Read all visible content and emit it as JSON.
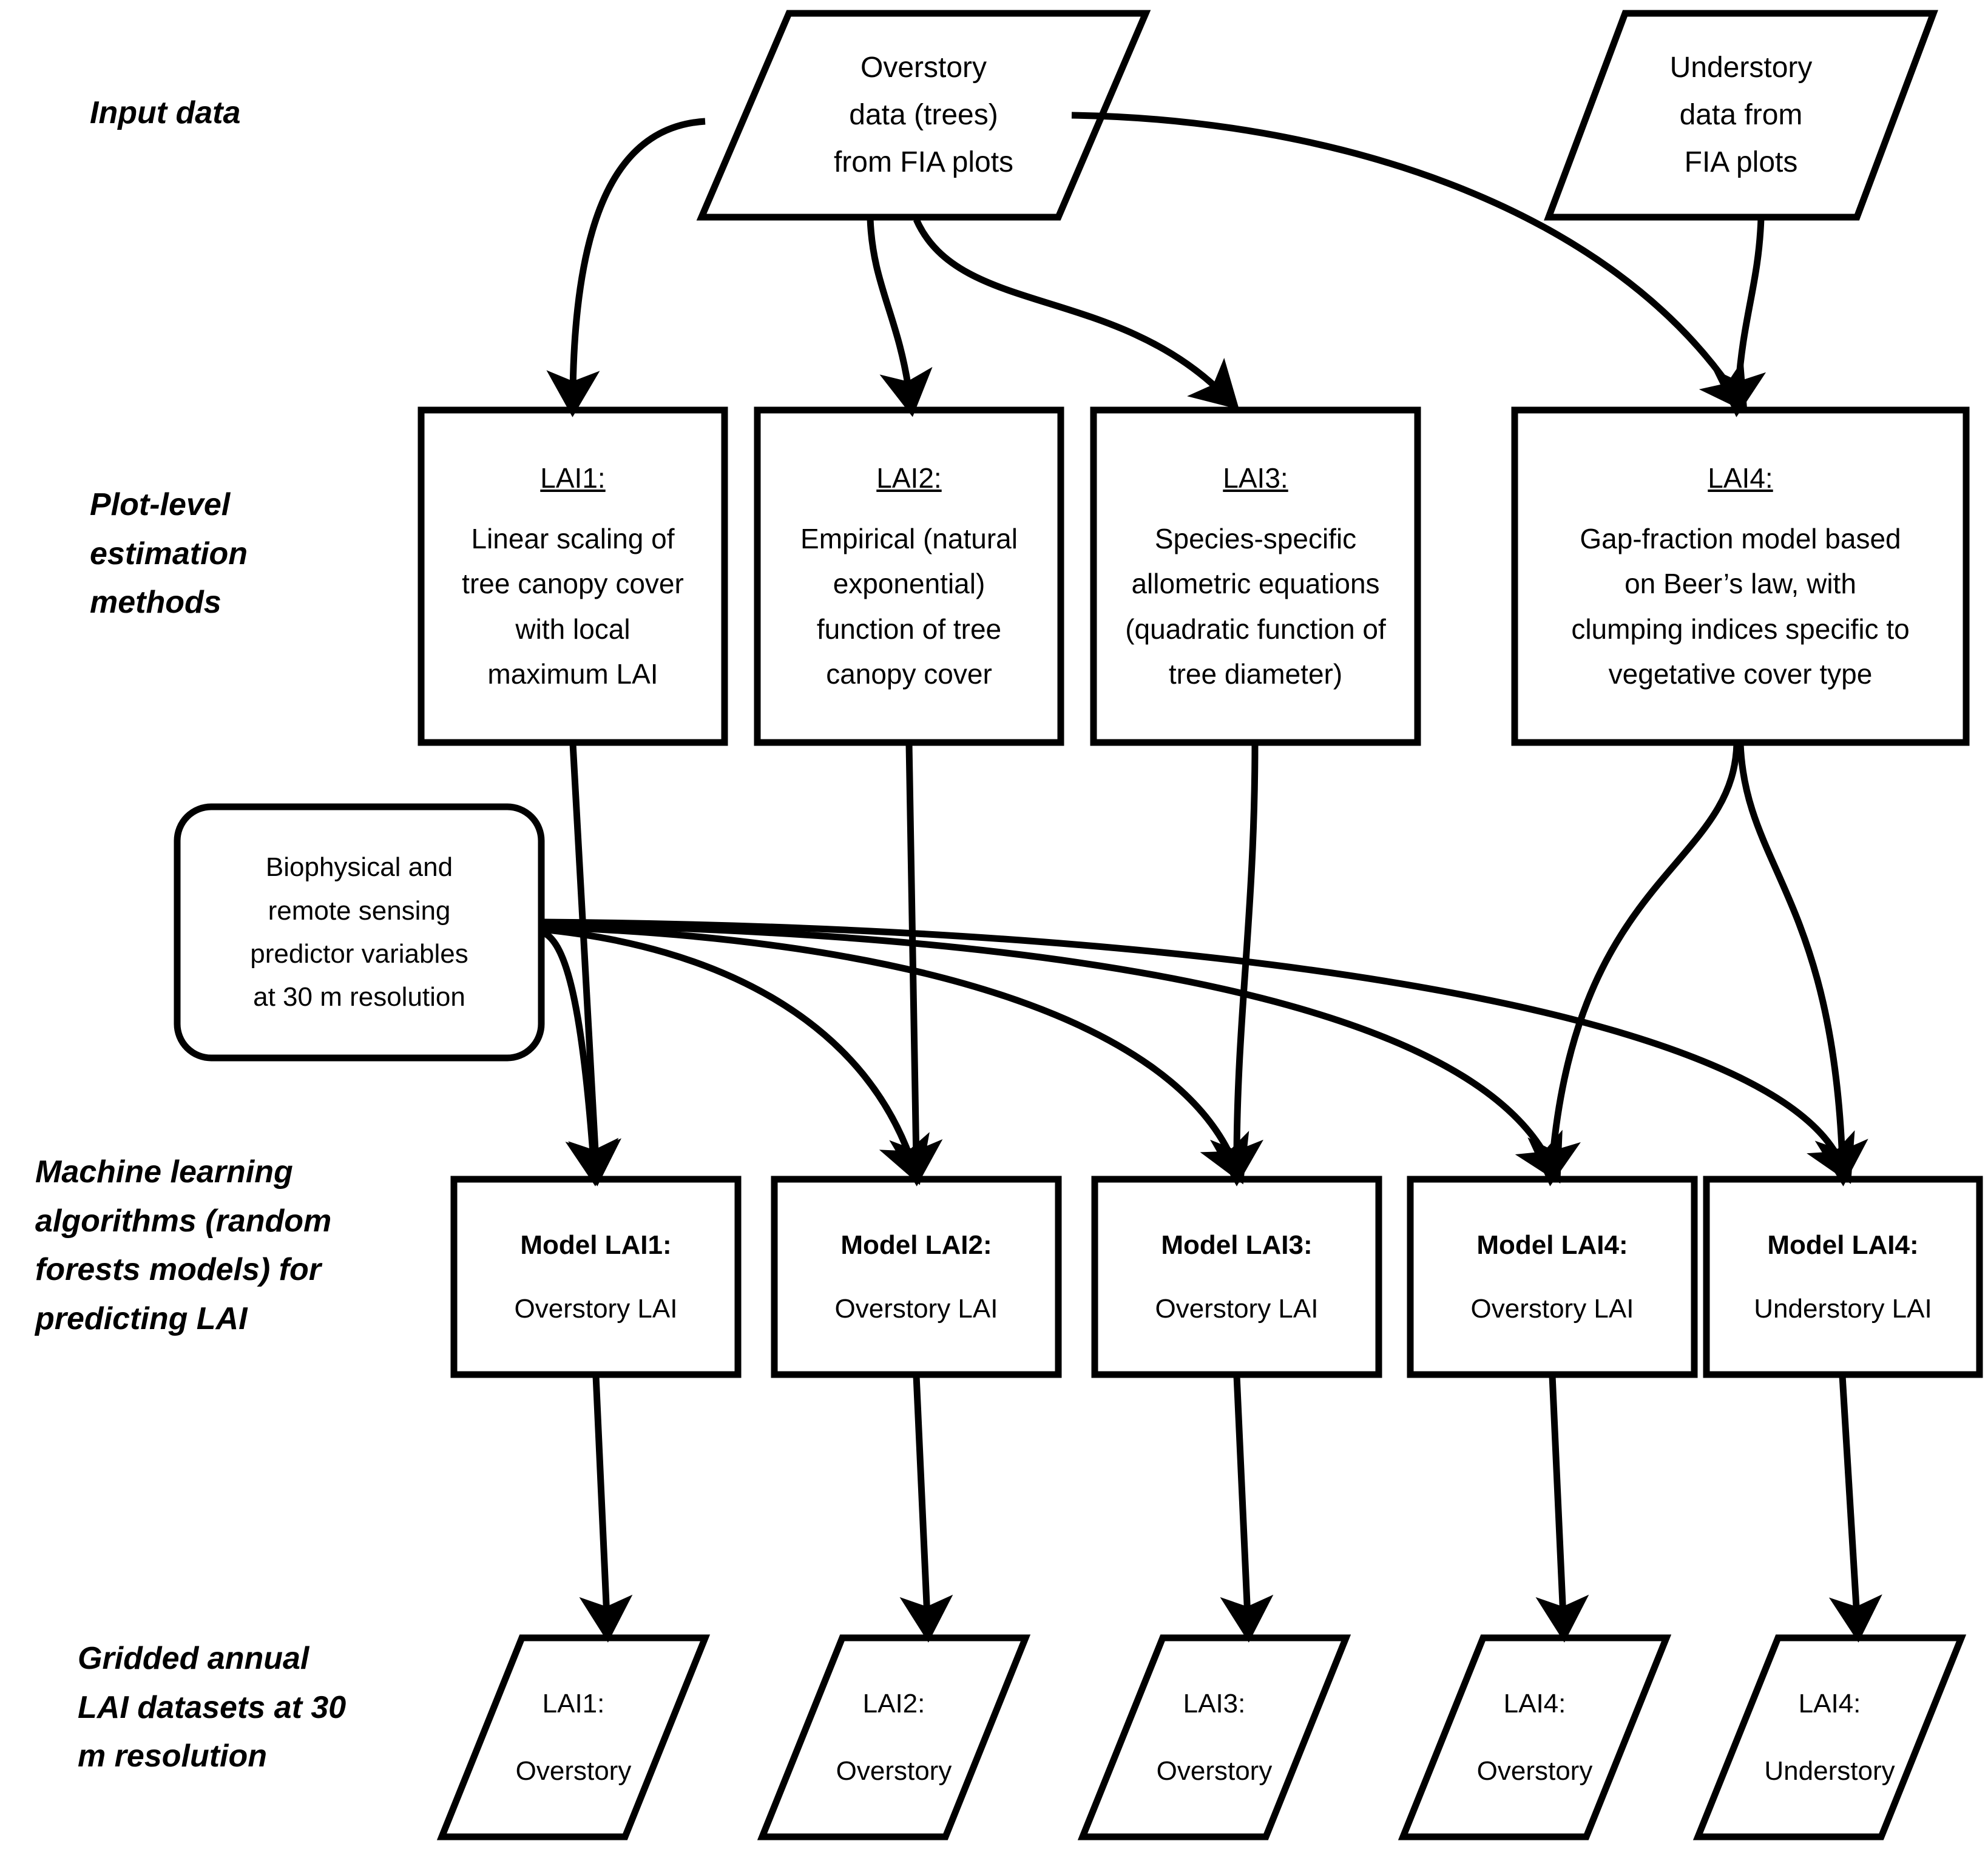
{
  "figure": {
    "type": "flowchart",
    "title": "LAI estimation and mapping workflow"
  },
  "row_labels": [
    {
      "id": "input-data",
      "text": "Input data"
    },
    {
      "id": "plot-level",
      "lines": [
        "Plot-level",
        "estimation",
        "methods"
      ]
    },
    {
      "id": "machine-learning",
      "lines": [
        "Machine    learning",
        "algorithms  (random",
        "forests  models)  for",
        "predicting LAI"
      ]
    },
    {
      "id": "gridded-outputs",
      "lines": [
        "Gridded annual",
        "LAI datasets at 30",
        "m resolution"
      ]
    }
  ],
  "input_nodes": [
    {
      "id": "overstory-input",
      "lines": [
        "Overstory",
        "data (trees)",
        "from FIA plots"
      ]
    },
    {
      "id": "understory-input",
      "lines": [
        "Understory",
        "data from",
        "FIA plots"
      ]
    }
  ],
  "method_nodes": [
    {
      "id": "lai1-method",
      "title": "LAI1:",
      "lines": [
        "Linear scaling of",
        "tree canopy cover",
        "with local",
        "maximum LAI"
      ]
    },
    {
      "id": "lai2-method",
      "title": "LAI2:",
      "lines": [
        "Empirical (natural",
        "exponential)",
        "function of tree",
        "canopy cover"
      ]
    },
    {
      "id": "lai3-method",
      "title": "LAI3:",
      "lines": [
        "Species-specific",
        "allometric equations",
        "(quadratic function of",
        "tree diameter)"
      ]
    },
    {
      "id": "lai4-method",
      "title": "LAI4:",
      "lines": [
        "Gap-fraction model based",
        "on Beer’s law, with",
        "clumping indices specific to",
        "vegetative cover type"
      ]
    }
  ],
  "predictor_node": {
    "id": "predictor-variables",
    "lines": [
      "Biophysical and",
      "remote sensing",
      "predictor variables",
      "at 30 m resolution"
    ]
  },
  "model_nodes": [
    {
      "id": "model-lai1",
      "title": "Model LAI1:",
      "subtitle": "Overstory LAI"
    },
    {
      "id": "model-lai2",
      "title": "Model LAI2:",
      "subtitle": "Overstory LAI"
    },
    {
      "id": "model-lai3",
      "title": "Model LAI3:",
      "subtitle": "Overstory LAI"
    },
    {
      "id": "model-lai4-over",
      "title": "Model LAI4:",
      "subtitle": "Overstory LAI"
    },
    {
      "id": "model-lai4-under",
      "title": "Model LAI4:",
      "subtitle": "Understory LAI"
    }
  ],
  "output_nodes": [
    {
      "id": "output-lai1",
      "title": "LAI1:",
      "subtitle": "Overstory"
    },
    {
      "id": "output-lai2",
      "title": "LAI2:",
      "subtitle": "Overstory"
    },
    {
      "id": "output-lai3",
      "title": "LAI3:",
      "subtitle": "Overstory"
    },
    {
      "id": "output-lai4-over",
      "title": "LAI4:",
      "subtitle": "Overstory"
    },
    {
      "id": "output-lai4-under",
      "title": "LAI4:",
      "subtitle": "Understory"
    }
  ],
  "colors": {
    "stroke": "#000000",
    "fill": "#ffffff",
    "text": "#000000"
  }
}
